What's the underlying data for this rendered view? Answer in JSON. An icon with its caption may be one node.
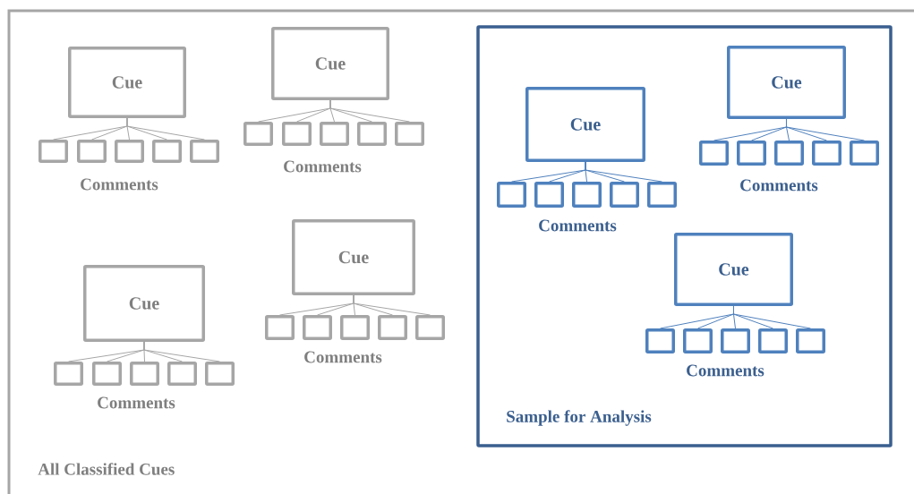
{
  "diagram": {
    "nodes": [
      {
        "text": [
          "All Classified Cues"
        ]
      },
      {
        "text": [
          "Cue"
        ],
        "in": 0
      },
      {
        "text": [],
        "shape": "box",
        "in": 0
      },
      {
        "text": [],
        "shape": "box",
        "in": 0
      },
      {
        "text": [],
        "shape": "box",
        "in": 0
      },
      {
        "text": [],
        "shape": "box",
        "in": 0
      },
      {
        "text": [],
        "shape": "box",
        "in": 0
      },
      {
        "text": [
          "Cue"
        ],
        "in": 0
      },
      {
        "text": [],
        "shape": "box",
        "in": 0
      },
      {
        "text": [],
        "shape": "box",
        "in": 0
      },
      {
        "text": [],
        "shape": "box",
        "in": 0
      },
      {
        "text": [],
        "shape": "box",
        "in": 0
      },
      {
        "text": [],
        "shape": "box",
        "in": 0
      },
      {
        "text": [
          "Cue"
        ],
        "in": 0
      },
      {
        "text": [],
        "shape": "box",
        "in": 0
      },
      {
        "text": [],
        "shape": "box",
        "in": 0
      },
      {
        "text": [],
        "shape": "box",
        "in": 0
      },
      {
        "text": [],
        "shape": "box",
        "in": 0
      },
      {
        "text": [],
        "shape": "box",
        "in": 0
      },
      {
        "text": [
          "Cue"
        ],
        "in": 0
      },
      {
        "text": [],
        "shape": "box",
        "in": 0
      },
      {
        "text": [],
        "shape": "box",
        "in": 0
      },
      {
        "text": [],
        "shape": "box",
        "in": 0
      },
      {
        "text": [],
        "shape": "box",
        "in": 0
      },
      {
        "text": [],
        "shape": "box",
        "in": 0
      },
      {
        "text": [
          "Sample for Analysis"
        ],
        "in": 0
      },
      {
        "text": [
          "Cue"
        ],
        "in": 25
      },
      {
        "text": [],
        "shape": "box",
        "in": 25
      },
      {
        "text": [],
        "shape": "box",
        "in": 25
      },
      {
        "text": [],
        "shape": "box",
        "in": 25
      },
      {
        "text": [],
        "shape": "box",
        "in": 25
      },
      {
        "text": [],
        "shape": "box",
        "in": 25
      },
      {
        "text": [
          "Cue"
        ],
        "in": 25
      },
      {
        "text": [],
        "shape": "box",
        "in": 25
      },
      {
        "text": [],
        "shape": "box",
        "in": 25
      },
      {
        "text": [],
        "shape": "box",
        "in": 25
      },
      {
        "text": [],
        "shape": "box",
        "in": 25
      },
      {
        "text": [],
        "shape": "box",
        "in": 25
      },
      {
        "text": [
          "Cue"
        ],
        "in": 25
      },
      {
        "text": [],
        "shape": "box",
        "in": 25
      },
      {
        "text": [],
        "shape": "box",
        "in": 25
      },
      {
        "text": [],
        "shape": "box",
        "in": 25
      },
      {
        "text": [],
        "shape": "box",
        "in": 25
      },
      {
        "text": [],
        "shape": "box",
        "in": 25
      }
    ],
    "edges": [
      {
        "from": 1,
        "to": 2,
        "arrow": "none"
      },
      {
        "from": 1,
        "to": 3,
        "arrow": "none"
      },
      {
        "from": 1,
        "to": 4,
        "arrow": "none"
      },
      {
        "from": 1,
        "to": 5,
        "arrow": "none"
      },
      {
        "from": 1,
        "to": 6,
        "arrow": "none"
      },
      {
        "from": 7,
        "to": 8,
        "arrow": "none"
      },
      {
        "from": 7,
        "to": 9,
        "arrow": "none"
      },
      {
        "from": 7,
        "to": 10,
        "arrow": "none"
      },
      {
        "from": 7,
        "to": 11,
        "arrow": "none"
      },
      {
        "from": 7,
        "to": 12,
        "arrow": "none"
      },
      {
        "from": 13,
        "to": 14,
        "arrow": "none"
      },
      {
        "from": 13,
        "to": 15,
        "arrow": "none"
      },
      {
        "from": 13,
        "to": 16,
        "arrow": "none"
      },
      {
        "from": 13,
        "to": 17,
        "arrow": "none"
      },
      {
        "from": 13,
        "to": 18,
        "arrow": "none"
      },
      {
        "from": 19,
        "to": 20,
        "arrow": "none"
      },
      {
        "from": 19,
        "to": 21,
        "arrow": "none"
      },
      {
        "from": 19,
        "to": 22,
        "arrow": "none"
      },
      {
        "from": 19,
        "to": 23,
        "arrow": "none"
      },
      {
        "from": 19,
        "to": 24,
        "arrow": "none"
      },
      {
        "from": 26,
        "to": 27,
        "arrow": "none",
        "color": "#4f81bd"
      },
      {
        "from": 26,
        "to": 28,
        "arrow": "none",
        "color": "#4f81bd"
      },
      {
        "from": 26,
        "to": 29,
        "arrow": "none",
        "color": "#4f81bd"
      },
      {
        "from": 26,
        "to": 30,
        "arrow": "none",
        "color": "#4f81bd"
      },
      {
        "from": 26,
        "to": 31,
        "arrow": "none",
        "color": "#4f81bd"
      },
      {
        "from": 32,
        "to": 33,
        "arrow": "none",
        "color": "#4f81bd"
      },
      {
        "from": 32,
        "to": 34,
        "arrow": "none",
        "color": "#4f81bd"
      },
      {
        "from": 32,
        "to": 35,
        "arrow": "none",
        "color": "#4f81bd"
      },
      {
        "from": 32,
        "to": 36,
        "arrow": "none",
        "color": "#4f81bd"
      },
      {
        "from": 32,
        "to": 37,
        "arrow": "none",
        "color": "#4f81bd"
      },
      {
        "from": 38,
        "to": 39,
        "arrow": "none",
        "color": "#4f81bd"
      },
      {
        "from": 38,
        "to": 40,
        "arrow": "none",
        "color": "#4f81bd"
      },
      {
        "from": 38,
        "to": 41,
        "arrow": "none",
        "color": "#4f81bd"
      },
      {
        "from": 38,
        "to": 42,
        "arrow": "none",
        "color": "#4f81bd"
      },
      {
        "from": 38,
        "to": 43,
        "arrow": "none",
        "color": "#4f81bd"
      }
    ],
    "labels": [
      "Comments",
      "Comments",
      "Comments",
      "Comments",
      "Comments",
      "Comments",
      "Comments"
    ]
  }
}
